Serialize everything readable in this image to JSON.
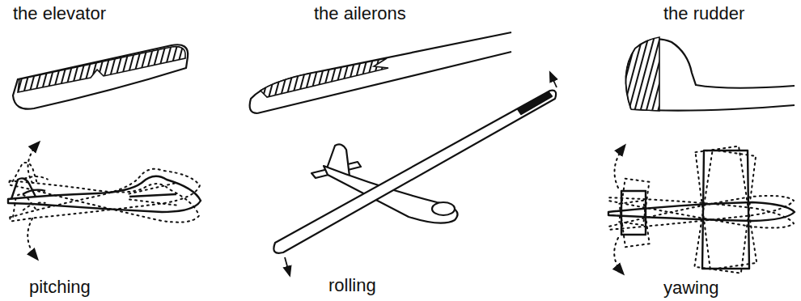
{
  "diagram": {
    "labels": [
      "the elevator",
      "the ailerons",
      "the rudder",
      "pitching",
      "rolling",
      "yawing"
    ]
  }
}
